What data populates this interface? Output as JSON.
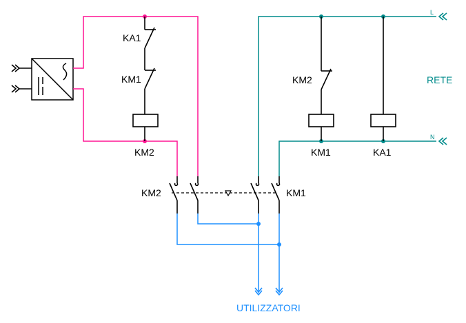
{
  "diagram": {
    "title": "Commutazione rete / gruppo con convertitore",
    "colors": {
      "magenta": "#ff1493",
      "teal": "#008b8b",
      "blue": "#1e90ff",
      "black": "#000000"
    },
    "labels": {
      "ka1_left": "KA1",
      "km1_left": "KM1",
      "km2_left_coil": "KM2",
      "km2_right": "KM2",
      "km1_coil": "KM1",
      "ka1_coil": "KA1",
      "km2_power": "KM2",
      "km1_power": "KM1",
      "line_l": "L",
      "line_n": "N",
      "rete": "RETE",
      "utilizzatori": "UTILIZZATORI"
    },
    "components": [
      {
        "id": "converter",
        "type": "dc-ac-inverter"
      },
      {
        "id": "KA1-nc-contact",
        "type": "normally-closed-contact"
      },
      {
        "id": "KM1-nc-contact",
        "type": "normally-closed-contact"
      },
      {
        "id": "KM2-coil",
        "type": "coil"
      },
      {
        "id": "KM2-nc-contact",
        "type": "normally-closed-contact"
      },
      {
        "id": "KM1-coil",
        "type": "coil"
      },
      {
        "id": "KA1-coil",
        "type": "coil"
      },
      {
        "id": "KM2-power",
        "type": "2-pole-contactor"
      },
      {
        "id": "KM1-power",
        "type": "2-pole-contactor"
      }
    ]
  }
}
